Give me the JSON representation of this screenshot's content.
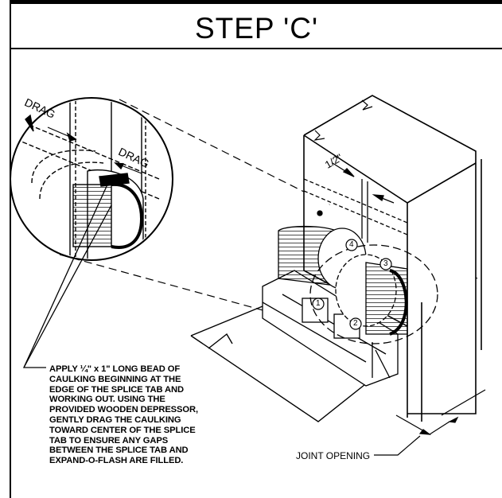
{
  "title": "STEP 'C'",
  "labels": {
    "drag_1": "DRAG",
    "drag_2": "DRAG",
    "dimension": "1/2\"",
    "joint_opening": "JOINT OPENING"
  },
  "callouts": [
    "1",
    "2",
    "3",
    "4"
  ],
  "note_lines": [
    "APPLY ¼\" x 1\" LONG BEAD OF",
    "CAULKING BEGINNING AT THE",
    "EDGE OF THE SPLICE TAB AND",
    "WORKING OUT. USING THE",
    "PROVIDED WOODEN DEPRESSOR,",
    "GENTLY DRAG THE CAULKING",
    "TOWARD CENTER OF THE SPLICE",
    "TAB TO ENSURE ANY GAPS",
    "BETWEEN THE SPLICE TAB AND",
    "EXPAND-O-FLASH ARE FILLED."
  ]
}
